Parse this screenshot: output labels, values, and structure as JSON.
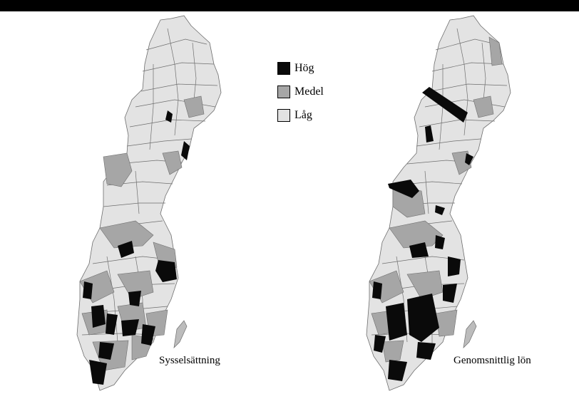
{
  "colors": {
    "high": "#0a0a0a",
    "medium": "#a6a6a6",
    "low": "#e3e3e3",
    "border": "#6e6e6e",
    "island": "#bcbcbc"
  },
  "legend": [
    {
      "key": "high",
      "label": "Hög"
    },
    {
      "key": "medium",
      "label": "Medel"
    },
    {
      "key": "low",
      "label": "Låg"
    }
  ],
  "maps": [
    {
      "id": "employment",
      "label": "Sysselsättning"
    },
    {
      "id": "average_salary",
      "label": "Genomsnittlig lön"
    }
  ]
}
